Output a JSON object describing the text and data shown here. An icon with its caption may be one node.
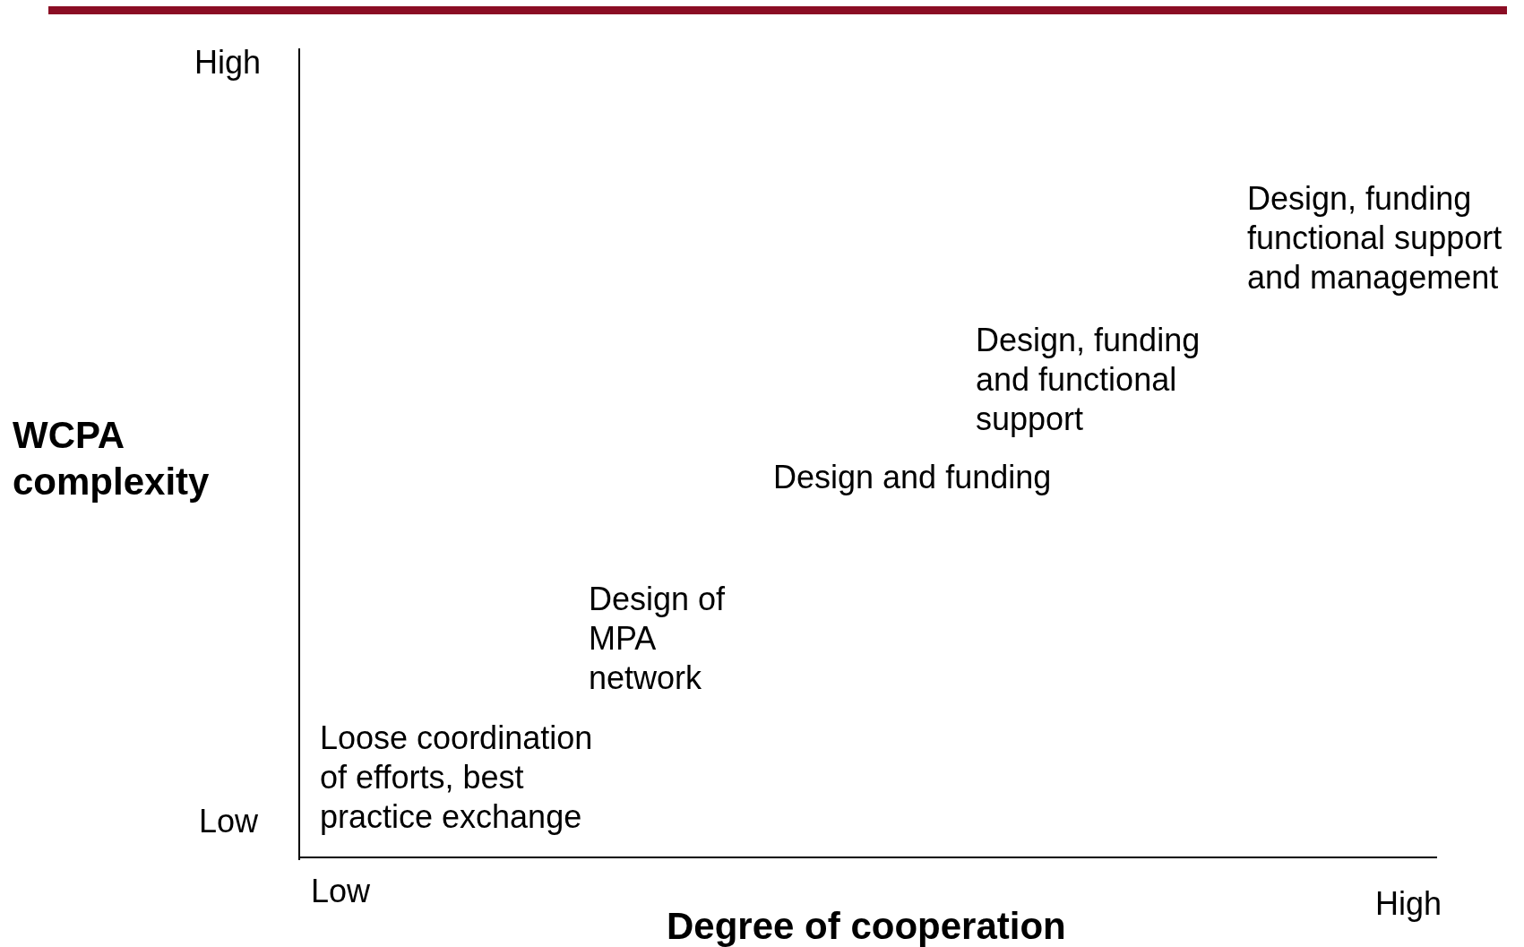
{
  "diagram": {
    "labels": [
      "High",
      "Design, funding functional support and management",
      "Design, funding and functional support",
      "WCPA complexity",
      "Design and funding",
      "Design of MPA network",
      "Loose coordination of efforts, best practice exchange",
      "Low",
      "Low",
      "High",
      "Degree of cooperation"
    ]
  }
}
